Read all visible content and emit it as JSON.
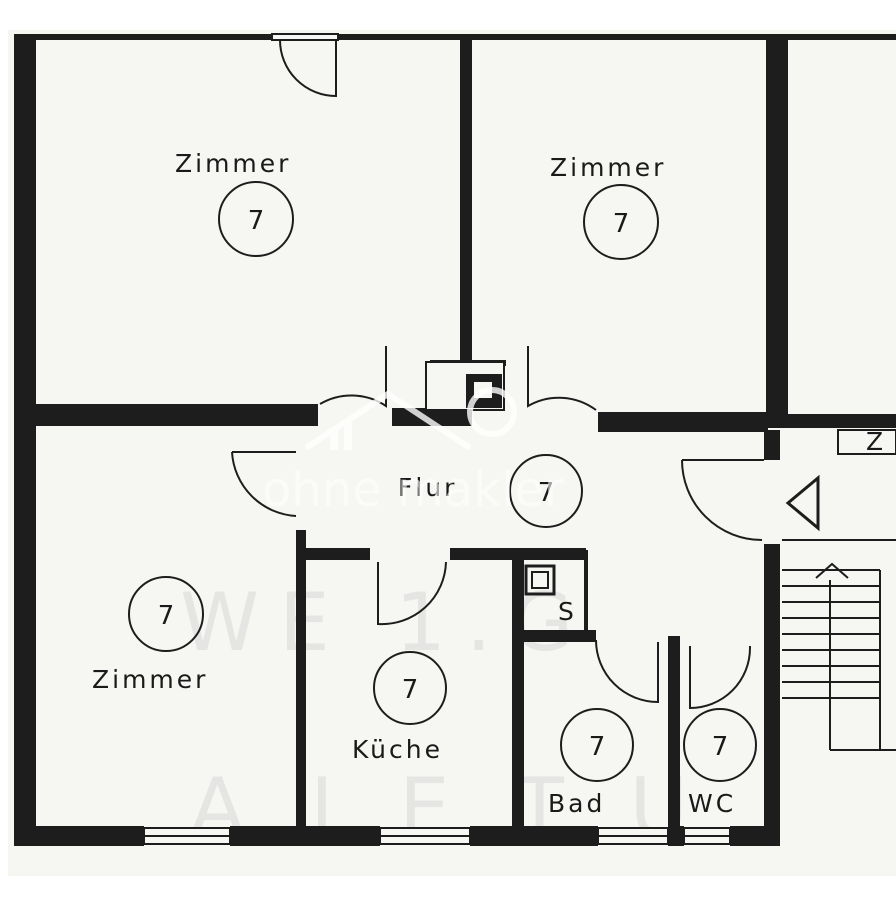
{
  "rooms": [
    {
      "id": "zimmer-1",
      "label": "Zimmer",
      "number": "7"
    },
    {
      "id": "zimmer-2",
      "label": "Zimmer",
      "number": "7"
    },
    {
      "id": "zimmer-3",
      "label": "Zimmer",
      "number": "7"
    },
    {
      "id": "flur",
      "label": "Flur",
      "number": "7"
    },
    {
      "id": "kueche",
      "label": "Küche",
      "number": "7"
    },
    {
      "id": "bad",
      "label": "Bad",
      "number": "7"
    },
    {
      "id": "wc",
      "label": "WC",
      "number": "7"
    }
  ],
  "closet_label": "S",
  "edge_label": "Z",
  "watermark": {
    "text": "ohne makler"
  },
  "ghost_text": {
    "line1": "WE 1.G",
    "line2": "A I E T  U"
  }
}
